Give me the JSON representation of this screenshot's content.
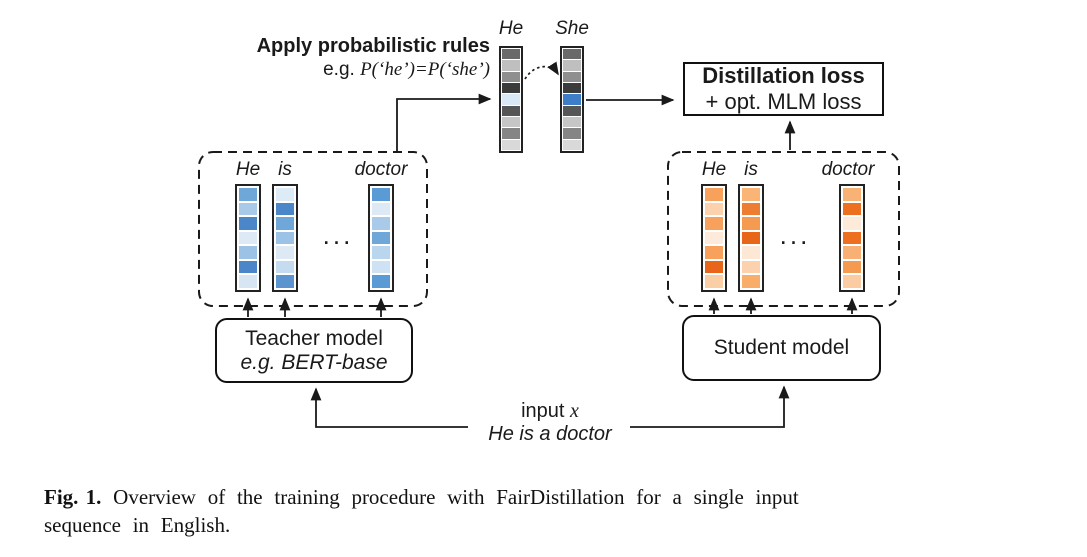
{
  "rules": {
    "title": "Apply probabilistic rules",
    "example_prefix": "e.g. ",
    "example_math": "P(‘he’)=P(‘she’)"
  },
  "prob_tokens": {
    "he": {
      "label": "He",
      "cells": [
        "#696969",
        "#bfbfbf",
        "#8f8f8f",
        "#3b3b3b",
        "#d9e8f7",
        "#565656",
        "#c6c6c6",
        "#858585",
        "#d9d9d9"
      ]
    },
    "she": {
      "label": "She",
      "cells": [
        "#696969",
        "#bfbfbf",
        "#8f8f8f",
        "#3b3b3b",
        "#3e7dc7",
        "#565656",
        "#c6c6c6",
        "#858585",
        "#d9d9d9"
      ]
    }
  },
  "loss_box": {
    "line1": "Distillation loss",
    "line2": "+ opt. MLM loss"
  },
  "teacher": {
    "tokens": [
      {
        "label": "He",
        "cells": [
          "#6fa8d8",
          "#a8c9e8",
          "#4a86c8",
          "#ddeaf6",
          "#9cc2e5",
          "#4a86c8",
          "#d8e6f3"
        ]
      },
      {
        "label": "is",
        "cells": [
          "#dcebf6",
          "#4a86c8",
          "#6fa8d8",
          "#9cc2e5",
          "#ddeaf6",
          "#c4dbf0",
          "#5b94cf"
        ]
      },
      {
        "label": "doctor",
        "cells": [
          "#5b9bd5",
          "#ddeaf6",
          "#a9cae8",
          "#6fa8d8",
          "#bad5ee",
          "#cfe2f3",
          "#5b9bd5"
        ]
      }
    ],
    "ellipsis": "...",
    "box_line1": "Teacher model",
    "box_line2": "e.g. BERT-base"
  },
  "student": {
    "tokens": [
      {
        "label": "He",
        "cells": [
          "#f7a15c",
          "#fbd2ad",
          "#f7a15c",
          "#fdeadb",
          "#f7a15c",
          "#e8661a",
          "#fbcfa6"
        ]
      },
      {
        "label": "is",
        "cells": [
          "#f9b476",
          "#ed7d31",
          "#f59a51",
          "#e8661a",
          "#fde7d5",
          "#fbd2ad",
          "#f8ad69"
        ]
      },
      {
        "label": "doctor",
        "cells": [
          "#f9b276",
          "#ed7021",
          "#fdead9",
          "#ed7021",
          "#f8b074",
          "#f59a51",
          "#fbcca1"
        ]
      }
    ],
    "ellipsis": "...",
    "box_line1": "Student model"
  },
  "input": {
    "prefix": "input ",
    "var": "x",
    "sentence": "He is a doctor"
  },
  "caption": {
    "label": "Fig. 1.",
    "line1": "Overview of the training procedure with FairDistillation for a single input",
    "line2": "sequence in English."
  }
}
